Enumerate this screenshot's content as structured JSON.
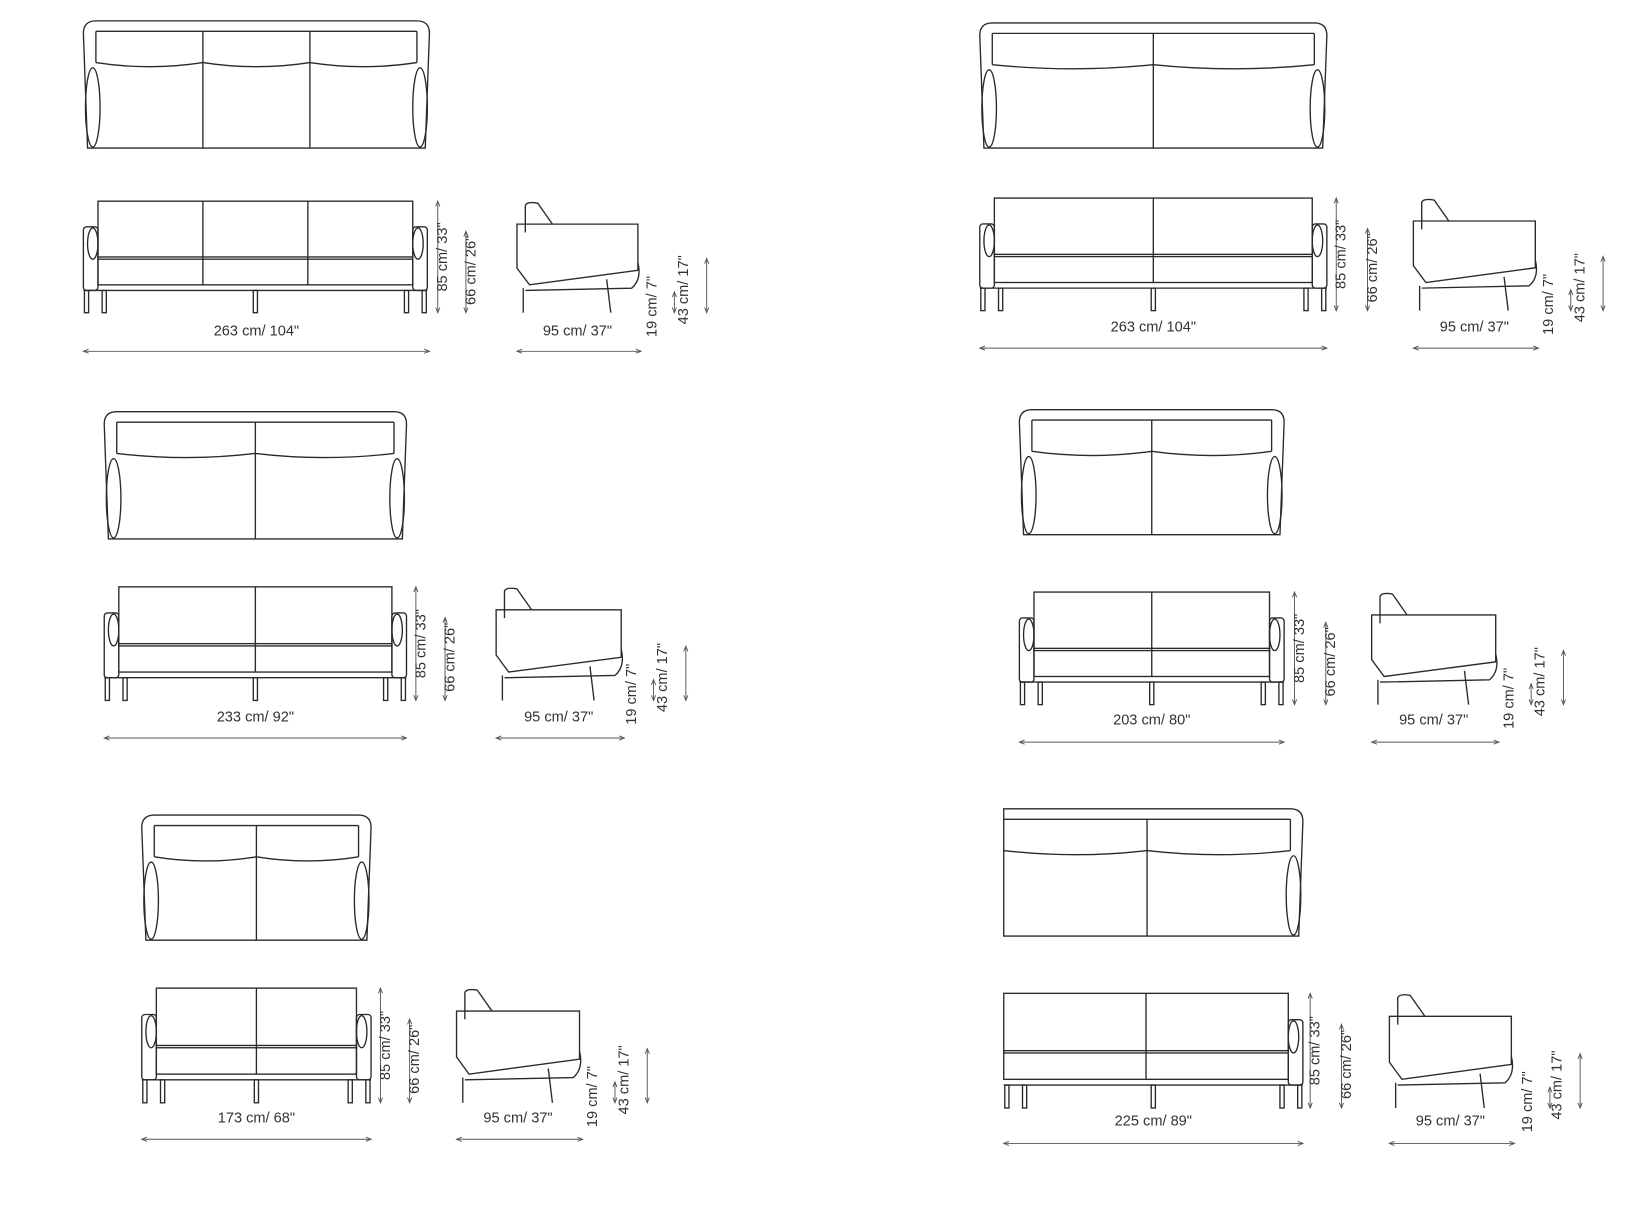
{
  "units": [
    {
      "seats": 3,
      "arms": "both",
      "width_label": "263 cm/ 104\"",
      "depth_label": "95 cm/ 37\"",
      "height_label": "85 cm/ 33\"",
      "arm_height_label": "66 cm/ 26\"",
      "leg_height_label": "19 cm/ 7\"",
      "seat_height_label": "43 cm/ 17\""
    },
    {
      "seats": 2,
      "arms": "both",
      "width_label": "263 cm/ 104\"",
      "depth_label": "95 cm/ 37\"",
      "height_label": "85 cm/ 33\"",
      "arm_height_label": "66 cm/ 26\"",
      "leg_height_label": "19 cm/ 7\"",
      "seat_height_label": "43 cm/ 17\""
    },
    {
      "seats": 2,
      "arms": "both",
      "width_label": "233 cm/ 92\"",
      "depth_label": "95 cm/ 37\"",
      "height_label": "85 cm/ 33\"",
      "arm_height_label": "66 cm/ 26\"",
      "leg_height_label": "19 cm/ 7\"",
      "seat_height_label": "43 cm/ 17\""
    },
    {
      "seats": 2,
      "arms": "both",
      "width_label": "203 cm/ 80\"",
      "depth_label": "95 cm/ 37\"",
      "height_label": "85 cm/ 33\"",
      "arm_height_label": "66 cm/ 26\"",
      "leg_height_label": "19 cm/ 7\"",
      "seat_height_label": "43 cm/ 17\""
    },
    {
      "seats": 2,
      "arms": "both",
      "width_label": "173 cm/ 68\"",
      "depth_label": "95 cm/ 37\"",
      "height_label": "85 cm/ 33\"",
      "arm_height_label": "66 cm/ 26\"",
      "leg_height_label": "19 cm/ 7\"",
      "seat_height_label": "43 cm/ 17\""
    },
    {
      "seats": 2,
      "arms": "right",
      "width_label": "225 cm/ 89\"",
      "depth_label": "95 cm/ 37\"",
      "height_label": "85 cm/ 33\"",
      "arm_height_label": "66 cm/ 26\"",
      "leg_height_label": "19 cm/ 7\"",
      "seat_height_label": "43 cm/ 17\""
    }
  ],
  "colors": {
    "line": "#2a2a2a",
    "background": "#ffffff"
  }
}
